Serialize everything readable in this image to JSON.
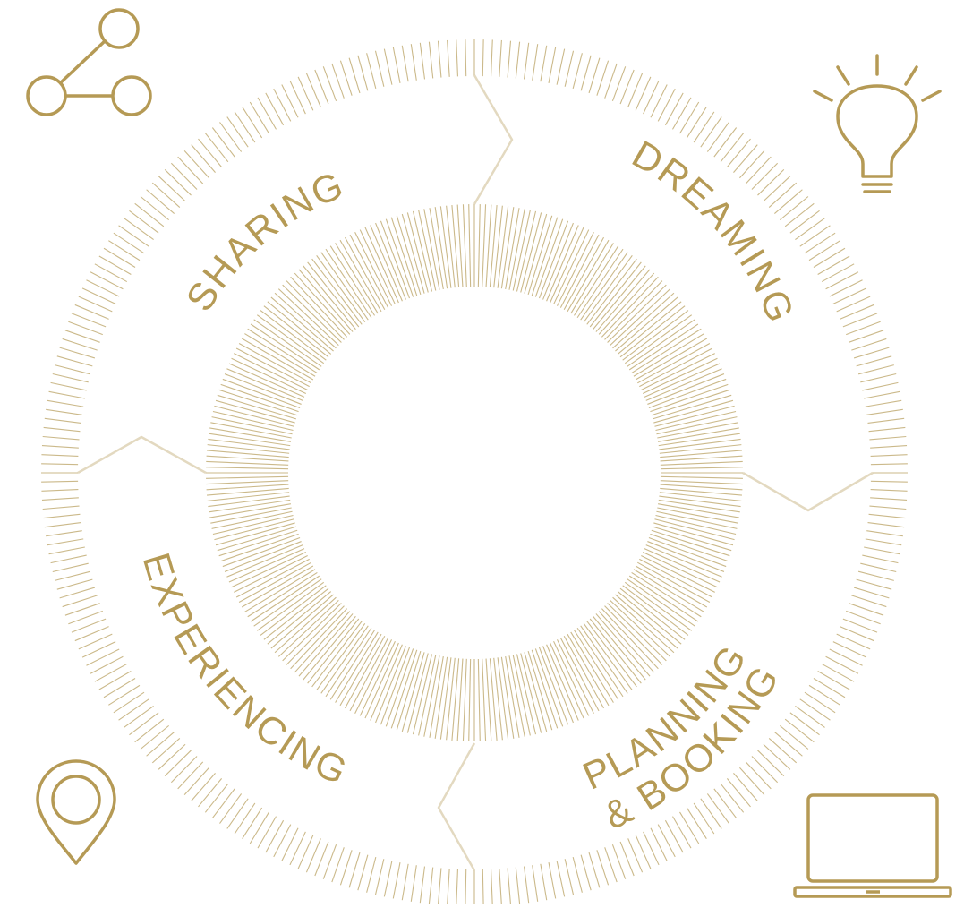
{
  "colors": {
    "gold": "#b59a55",
    "gold_light": "#cbb98a",
    "divider": "#e3d9c0",
    "background": "#ffffff"
  },
  "stages": [
    {
      "id": "sharing",
      "label": "SHARING"
    },
    {
      "id": "dreaming",
      "label": "DREAMING"
    },
    {
      "id": "planning",
      "label": "PLANNING",
      "label2": "& BOOKING"
    },
    {
      "id": "experiencing",
      "label": "EXPERIENCING"
    }
  ],
  "icons": {
    "top_left": "share-icon",
    "top_right": "lightbulb-icon",
    "bottom_left": "location-pin-icon",
    "bottom_right": "laptop-icon"
  }
}
